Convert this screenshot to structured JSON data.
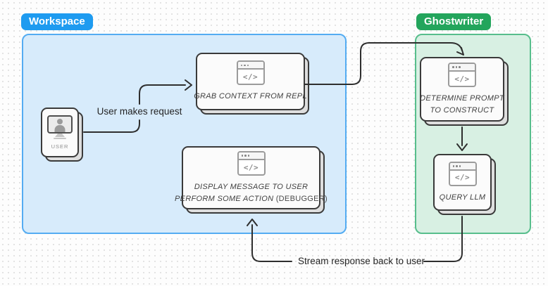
{
  "diagram": {
    "workspace": {
      "badge": "Workspace",
      "nodes": {
        "user": {
          "label": "USER"
        },
        "grab_context": {
          "label": "GRAB CONTEXT FROM REPL"
        },
        "display_message": {
          "line1": "DISPLAY MESSAGE TO USER",
          "line2_italic": "PERFORM SOME ACTION ",
          "line2_plain": "(DEBUGGER)"
        }
      }
    },
    "ghostwriter": {
      "badge": "Ghostwriter",
      "nodes": {
        "determine_prompt": {
          "line1": "DETERMINE PROMPT",
          "line2": "TO CONSTRUCT"
        },
        "query_llm": {
          "label": "QUERY LLM"
        }
      }
    },
    "edges": {
      "user_request_label": "User makes request",
      "stream_response_label": "Stream response back to user"
    },
    "icons": {
      "code_glyph": "</>"
    },
    "colors": {
      "workspace_badge": "#1E9BF0",
      "workspace_fill": "#D7EBFB",
      "workspace_border": "#54ACF2",
      "ghostwriter_badge": "#23A55C",
      "ghostwriter_fill": "#D8F0E3",
      "ghostwriter_border": "#57BE8C",
      "connector_line": "#2E2E2E",
      "card_border": "#3A3A3A"
    }
  }
}
